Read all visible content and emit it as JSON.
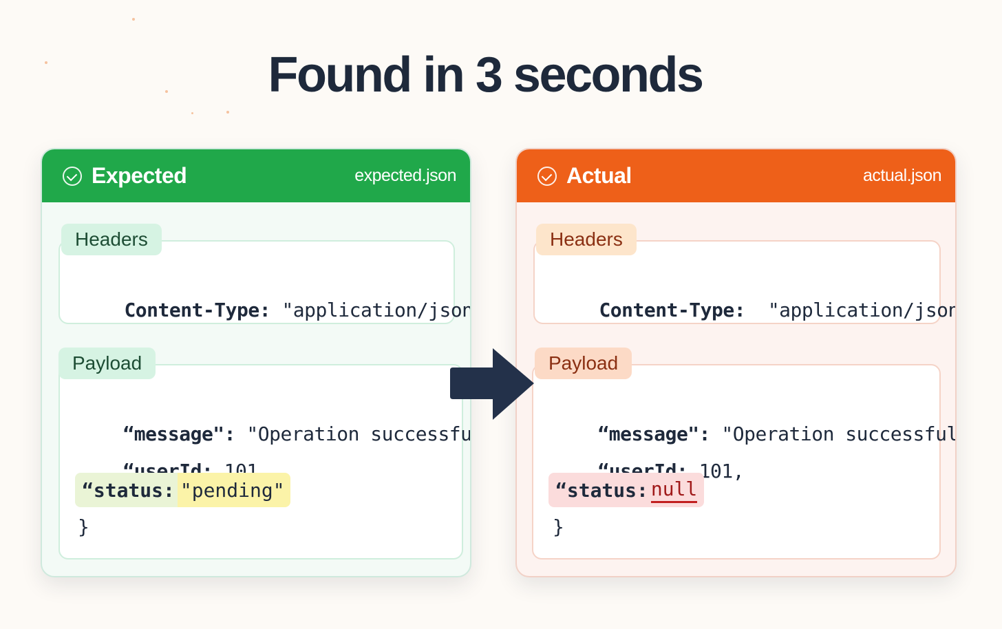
{
  "title": "Found in 3 seconds",
  "colors": {
    "expected_accent": "#20a84a",
    "actual_accent": "#ee6019",
    "arrow": "#23314a"
  },
  "expected": {
    "title": "Expected",
    "file": "expected.json",
    "icon": "check-circle-icon",
    "headers_label": "Headers",
    "header_key": "Content-Type:",
    "header_value": "\"application/json\"",
    "payload_label": "Payload",
    "line1_key": "“message\":",
    "line1_value": "\"Operation successful\",",
    "line2_key": "“userId:",
    "line2_value": "101,",
    "line3_key": "“status:",
    "line3_value": "\"pending\"",
    "closing": "}"
  },
  "actual": {
    "title": "Actual",
    "file": "actual.json",
    "icon": "check-circle-icon",
    "headers_label": "Headers",
    "header_key": "Content-Type:",
    "header_value": "\"application/json\"",
    "payload_label": "Payload",
    "line1_key": "“message\":",
    "line1_value": "\"Operation successful\",",
    "line2_key": "“userId:",
    "line2_value": "101,",
    "line3_key": "“status:",
    "line3_value": "null",
    "closing": "}"
  },
  "arrow_icon": "arrow-right-icon"
}
